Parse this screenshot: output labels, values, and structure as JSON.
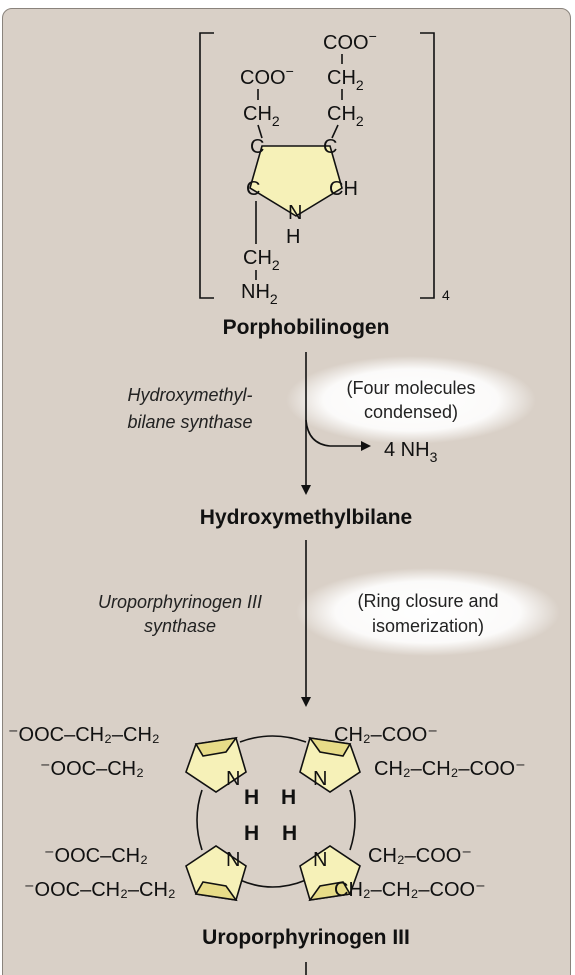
{
  "molecules": {
    "porphobilinogen": "Porphobilinogen",
    "hydroxymethylbilane": "Hydroxymethylbilane",
    "uroporphyrinogen": "Uroporphyrinogen III"
  },
  "enzymes": {
    "step1_line1": "Hydroxymethyl-",
    "step1_line2": "bilane synthase",
    "step2_line1": "Uroporphyrinogen III",
    "step2_line2": "synthase"
  },
  "notes": {
    "step1_line1": "(Four molecules",
    "step1_line2": "condensed)",
    "step2_line1": "(Ring closure  and",
    "step2_line2": "isomerization)"
  },
  "byproduct": {
    "label": "4 NH",
    "subscript": "3"
  },
  "pbg_structure": {
    "coo_top": "COO",
    "coo_left": "COO",
    "ch2": "CH",
    "ch2_sub": "2",
    "c": "C",
    "ch": "CH",
    "n": "N",
    "h": "H",
    "nh2": "NH",
    "nh2_sub": "2",
    "multiplier": "4",
    "minus": "−"
  },
  "uro_structure": {
    "tl_outer": "⁻OOC–CH₂–CH₂",
    "tl_inner": "⁻OOC–CH₂",
    "tr_inner": "CH₂–COO⁻",
    "tr_outer": "CH₂–CH₂–COO⁻",
    "bl_inner": "⁻OOC–CH₂",
    "bl_outer": "⁻OOC–CH₂–CH₂",
    "br_inner": "CH₂–COO⁻",
    "br_outer": "CH₂–CH₂–COO⁻",
    "n": "N",
    "h": "H"
  }
}
